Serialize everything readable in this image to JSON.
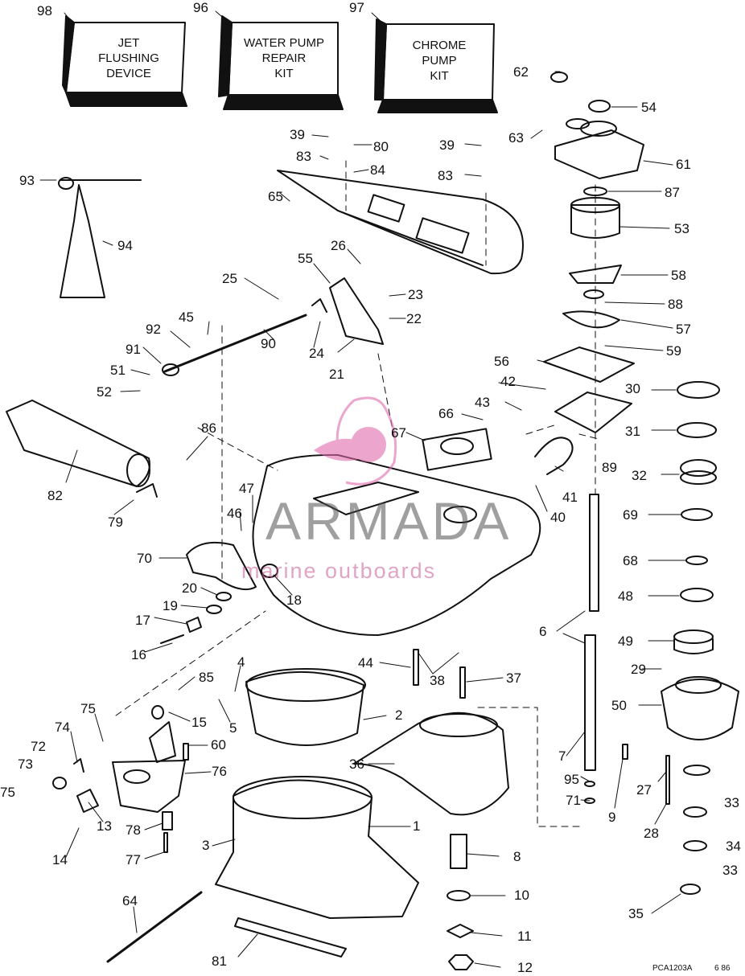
{
  "boxes": [
    {
      "number": "98",
      "text": "JET\nFLUSHING\nDEVICE"
    },
    {
      "number": "96",
      "text": "WATER PUMP\nREPAIR\nKIT"
    },
    {
      "number": "97",
      "text": "CHROME\nPUMP\nKIT"
    }
  ],
  "callouts": [
    "62",
    "54",
    "63",
    "61",
    "87",
    "53",
    "58",
    "88",
    "57",
    "59",
    "56",
    "42",
    "43",
    "30",
    "31",
    "89",
    "32",
    "69",
    "68",
    "48",
    "49",
    "29",
    "50",
    "33",
    "34",
    "33",
    "35",
    "27",
    "28",
    "9",
    "95",
    "71",
    "7",
    "6",
    "39",
    "80",
    "83",
    "84",
    "39",
    "83",
    "65",
    "26",
    "55",
    "23",
    "22",
    "25",
    "45",
    "92",
    "91",
    "51",
    "52",
    "90",
    "24",
    "21",
    "93",
    "94",
    "66",
    "67",
    "41",
    "40",
    "86",
    "82",
    "79",
    "47",
    "46",
    "70",
    "20",
    "19",
    "17",
    "16",
    "18",
    "44",
    "38",
    "37",
    "2",
    "36",
    "4",
    "85",
    "5",
    "15",
    "60",
    "75",
    "74",
    "72",
    "73",
    "75",
    "76",
    "13",
    "78",
    "77",
    "14",
    "3",
    "1",
    "8",
    "10",
    "11",
    "12",
    "64",
    "81"
  ],
  "watermark": {
    "title": "ARMADA",
    "subtitle": "marine outboards"
  },
  "drawing_code": "PCA1203A",
  "drawing_date": "6 86",
  "colors": {
    "ink": "#111111",
    "watermark_pink": "#d84f9c",
    "watermark_gray": "#505050"
  }
}
